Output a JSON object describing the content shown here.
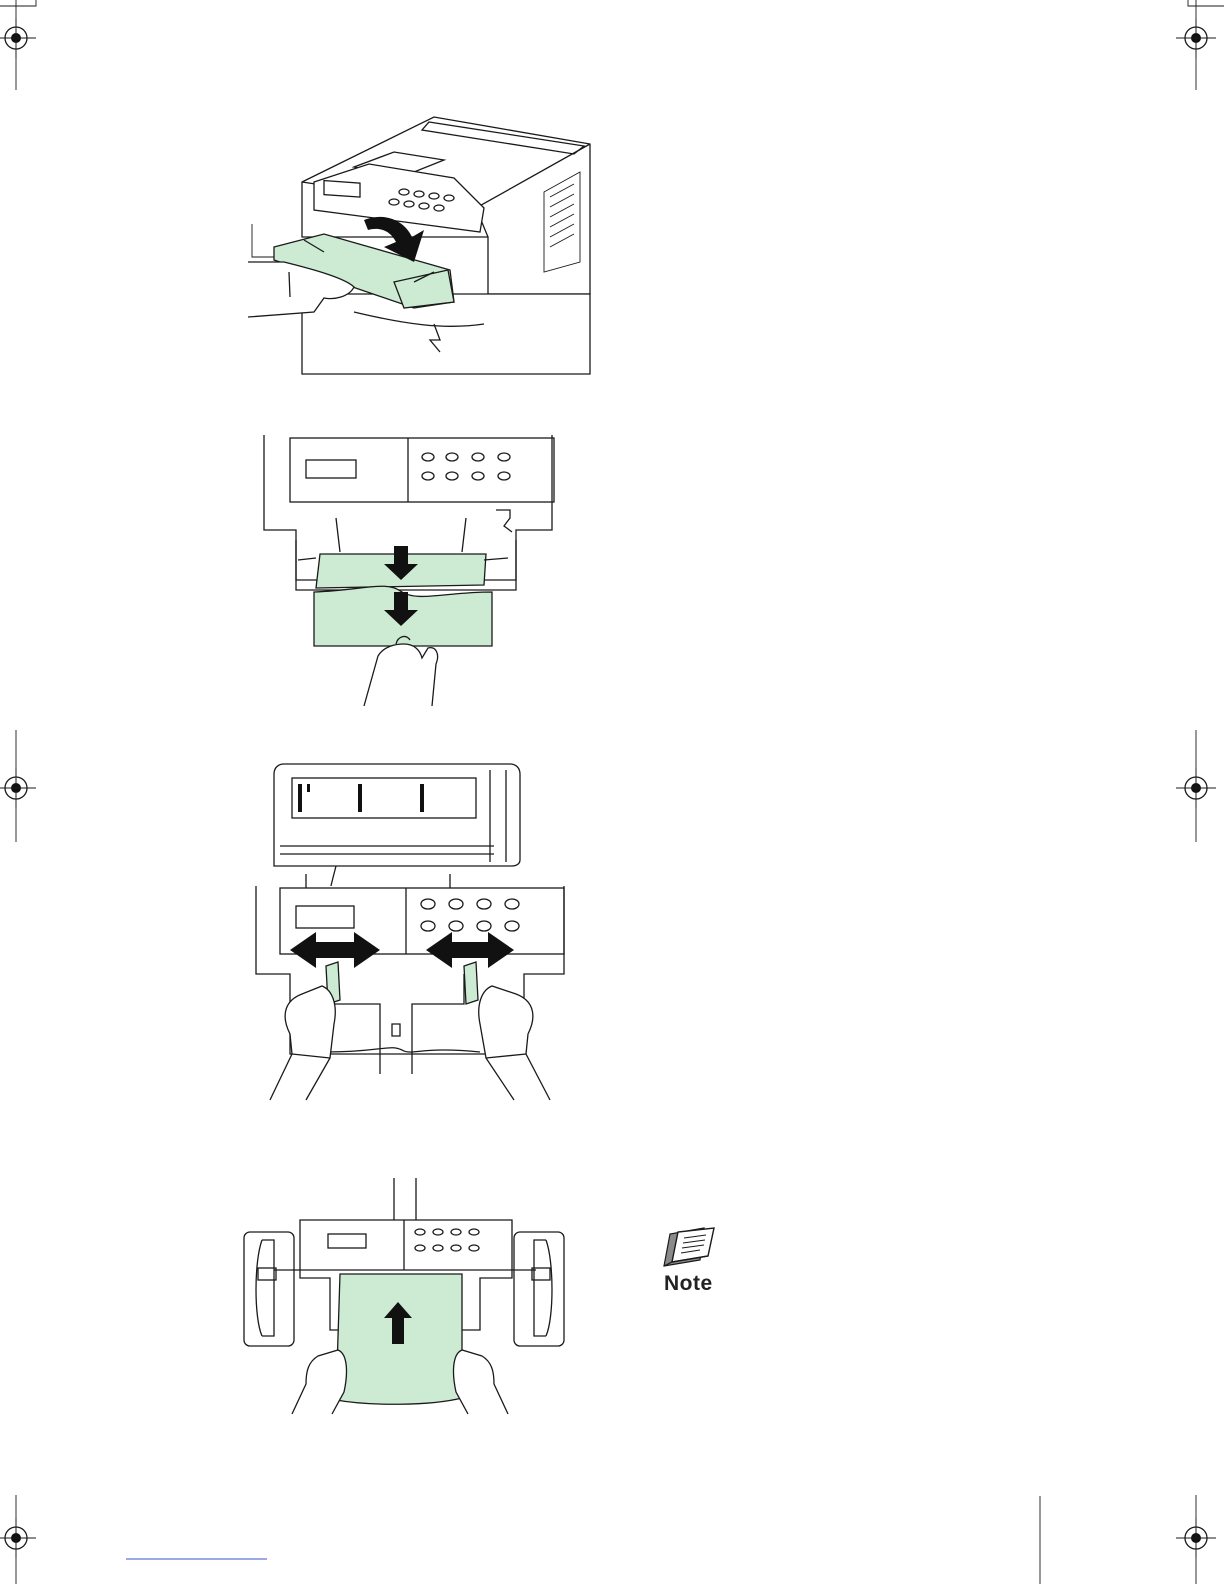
{
  "page": {
    "note_label": "Note",
    "accent_green": "#cdebd3"
  },
  "illustrations": [
    {
      "name": "open-mp-tray",
      "icon": "printer-illustration"
    },
    {
      "name": "pull-out-subtray",
      "icon": "printer-illustration"
    },
    {
      "name": "adjust-paper-guides",
      "icon": "printer-illustration"
    },
    {
      "name": "insert-paper",
      "icon": "printer-illustration"
    }
  ],
  "marks": {
    "icon": "registration-mark-icon"
  }
}
